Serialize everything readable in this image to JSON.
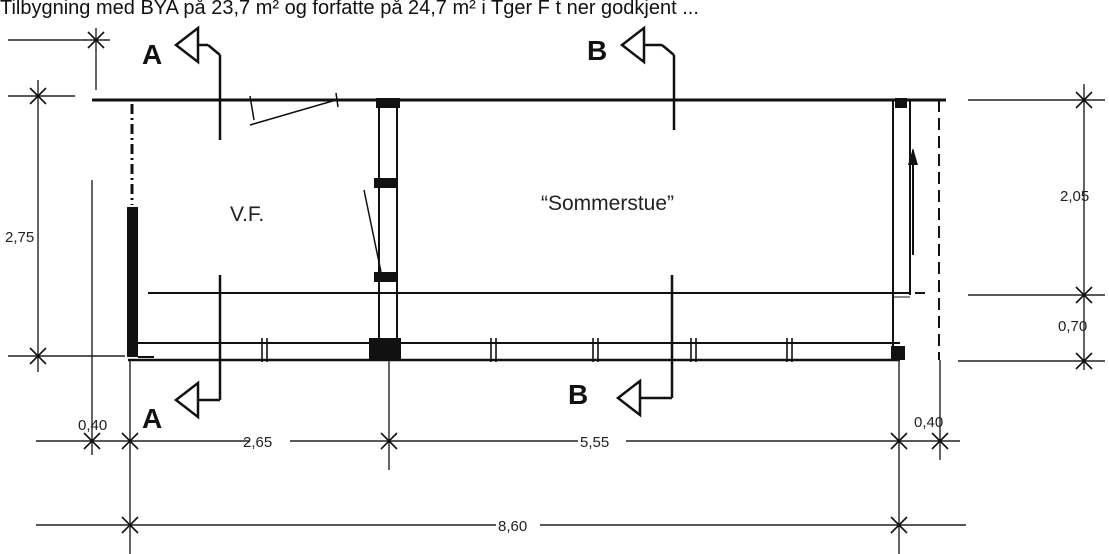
{
  "header_text": "Tilbygning med BYA på 23,7 m² og forfatte på 24,7 m² i Tger F t ner godkjent ...",
  "rooms": {
    "left": "V.F.",
    "right": "“Sommerstue”"
  },
  "section_labels": {
    "a_top": "A",
    "a_bottom": "A",
    "b_top": "B",
    "b_bottom": "B"
  },
  "dimensions": {
    "left_total": "2,75",
    "right_upper": "2,05",
    "right_lower": "0,70",
    "bottom_left_offset": "0,40",
    "bottom_right_offset": "0,40",
    "bottom_segment_1": "2,65",
    "bottom_segment_2": "5,55",
    "bottom_total": "8,60"
  }
}
